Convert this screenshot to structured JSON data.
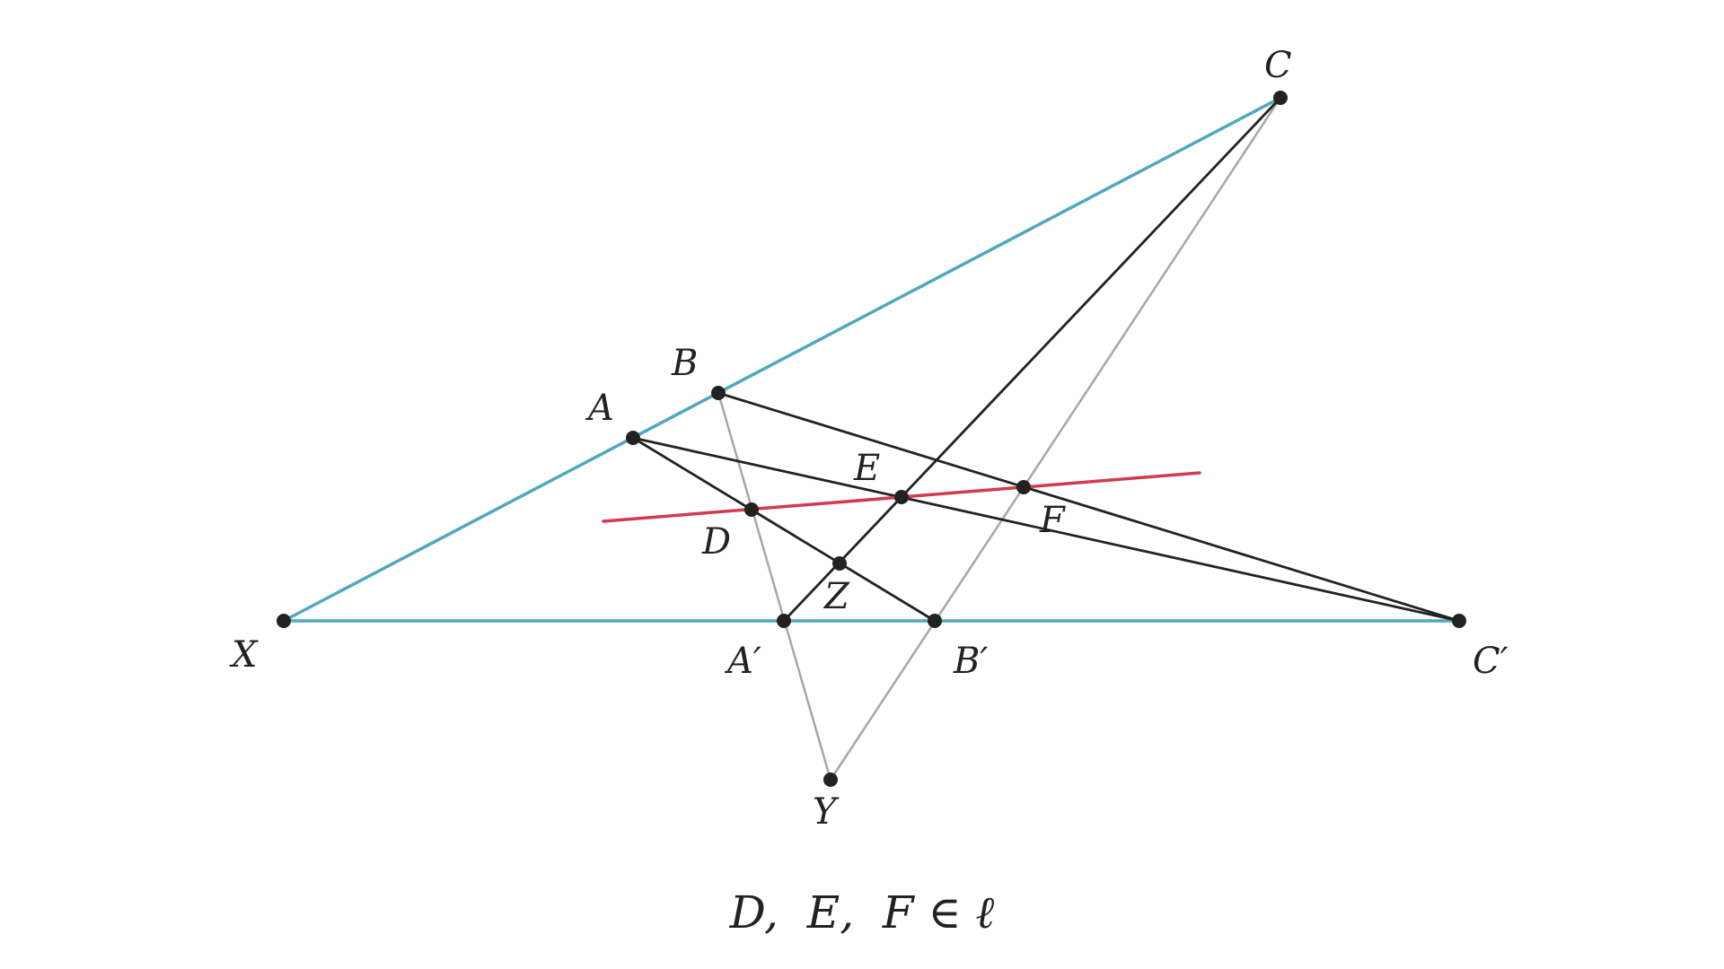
{
  "title": "",
  "colors": {
    "axis_lines": "#4fa8bd",
    "perspective_lines": "#a3a8ad",
    "triangle_lines": "#222222",
    "axis_of_perspectivity": "#d23a50",
    "points": "#222222"
  },
  "points": [
    {
      "id": "C",
      "label": "C"
    },
    {
      "id": "B",
      "label": "B"
    },
    {
      "id": "A",
      "label": "A"
    },
    {
      "id": "E",
      "label": "E"
    },
    {
      "id": "F",
      "label": "F"
    },
    {
      "id": "D",
      "label": "D"
    },
    {
      "id": "Z",
      "label": "Z"
    },
    {
      "id": "X",
      "label": "X"
    },
    {
      "id": "A1",
      "label": "A′"
    },
    {
      "id": "B1",
      "label": "B′"
    },
    {
      "id": "C1",
      "label": "C′"
    },
    {
      "id": "Y",
      "label": "Y"
    }
  ],
  "caption": "D,  E,  F ∈ ℓ"
}
